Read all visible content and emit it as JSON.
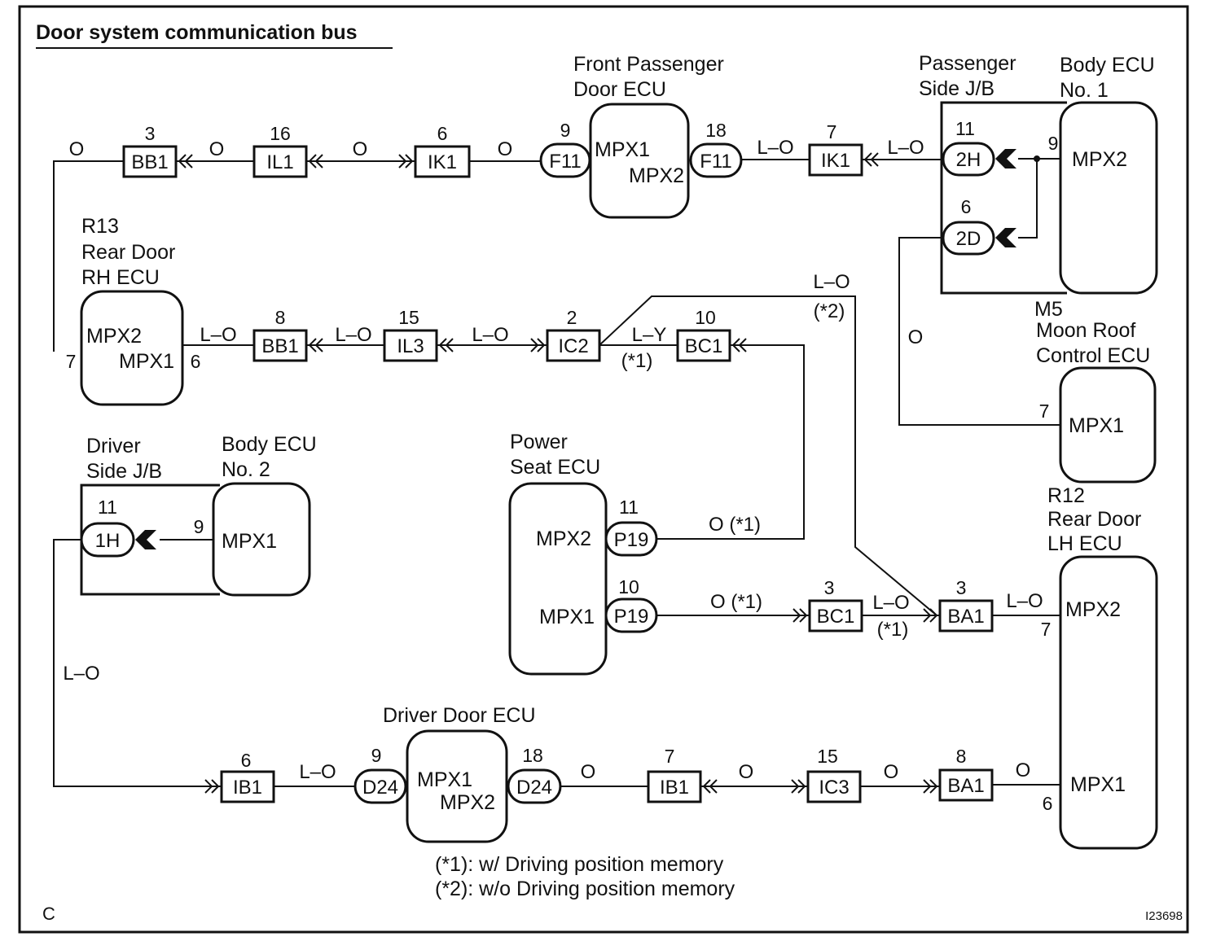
{
  "title": "Door system communication bus",
  "corner_letter": "C",
  "figure_id": "I23698",
  "notes": [
    "(*1): w/ Driving position memory",
    "(*2): w/o Driving position memory"
  ],
  "components": {
    "front_passenger_door_ecu": {
      "line1": "Front Passenger",
      "line2": "Door ECU",
      "pin_a": "MPX1",
      "pin_b": "MPX2"
    },
    "passenger_side_jb": {
      "line1": "Passenger",
      "line2": "Side J/B"
    },
    "body_ecu_no1": {
      "line1": "Body ECU",
      "line2": "No. 1",
      "pin": "MPX2"
    },
    "rear_door_rh_ecu": {
      "code": "R13",
      "line1": "Rear Door",
      "line2": "RH ECU",
      "pin_a": "MPX2",
      "pin_b": "MPX1"
    },
    "moon_roof_ecu": {
      "code": "M5",
      "line1": "Moon Roof",
      "line2": "Control ECU",
      "pin": "MPX1"
    },
    "driver_side_jb": {
      "line1": "Driver",
      "line2": "Side J/B"
    },
    "body_ecu_no2": {
      "line1": "Body ECU",
      "line2": "No. 2",
      "pin": "MPX1"
    },
    "power_seat_ecu": {
      "line1": "Power",
      "line2": "Seat ECU",
      "pin_a": "MPX2",
      "pin_b": "MPX1"
    },
    "rear_door_lh_ecu": {
      "code": "R12",
      "line1": "Rear Door",
      "line2": "LH ECU",
      "pin_a": "MPX2",
      "pin_b": "MPX1"
    },
    "driver_door_ecu": {
      "line1": "Driver Door ECU",
      "pin_a": "MPX1",
      "pin_b": "MPX2"
    }
  },
  "connectors": {
    "bb1_top": {
      "name": "BB1",
      "pin": "3"
    },
    "il1": {
      "name": "IL1",
      "pin": "16"
    },
    "ik1_left": {
      "name": "IK1",
      "pin": "6"
    },
    "f11_left": {
      "name": "F11",
      "pin": "9"
    },
    "f11_right": {
      "name": "F11",
      "pin": "18"
    },
    "ik1_right": {
      "name": "IK1",
      "pin": "7"
    },
    "jb_2h": {
      "name": "2H",
      "pin": "11"
    },
    "jb_2d": {
      "name": "2D",
      "pin": "6"
    },
    "bb1_mid": {
      "name": "BB1",
      "pin": "8"
    },
    "il3": {
      "name": "IL3",
      "pin": "15"
    },
    "ic2": {
      "name": "IC2",
      "pin": "2"
    },
    "bc1_top": {
      "name": "BC1",
      "pin": "10"
    },
    "jb_1h": {
      "name": "1H",
      "pin": "11"
    },
    "p19_a": {
      "name": "P19",
      "pin": "11"
    },
    "p19_b": {
      "name": "P19",
      "pin": "10"
    },
    "bc1_bot": {
      "name": "BC1",
      "pin": "3"
    },
    "ba1_top": {
      "name": "BA1",
      "pin": "3"
    },
    "ib1_left": {
      "name": "IB1",
      "pin": "6"
    },
    "d24_left": {
      "name": "D24",
      "pin": "9"
    },
    "d24_right": {
      "name": "D24",
      "pin": "18"
    },
    "ib1_right": {
      "name": "IB1",
      "pin": "7"
    },
    "ic3": {
      "name": "IC3",
      "pin": "15"
    },
    "ba1_bot": {
      "name": "BA1",
      "pin": "8"
    }
  },
  "pins": {
    "body1_pin": "9",
    "rh_pin_mpx2": "7",
    "rh_pin_mpx1": "6",
    "moon_pin": "7",
    "body2_pin": "9",
    "lh_pin_mpx2": "7",
    "lh_pin_mpx1": "6"
  },
  "wires": {
    "o": "O",
    "lo": "L–O",
    "ly": "L–Y",
    "n1": "(*1)",
    "n2": "(*2)",
    "o_n1": "O (*1)"
  }
}
